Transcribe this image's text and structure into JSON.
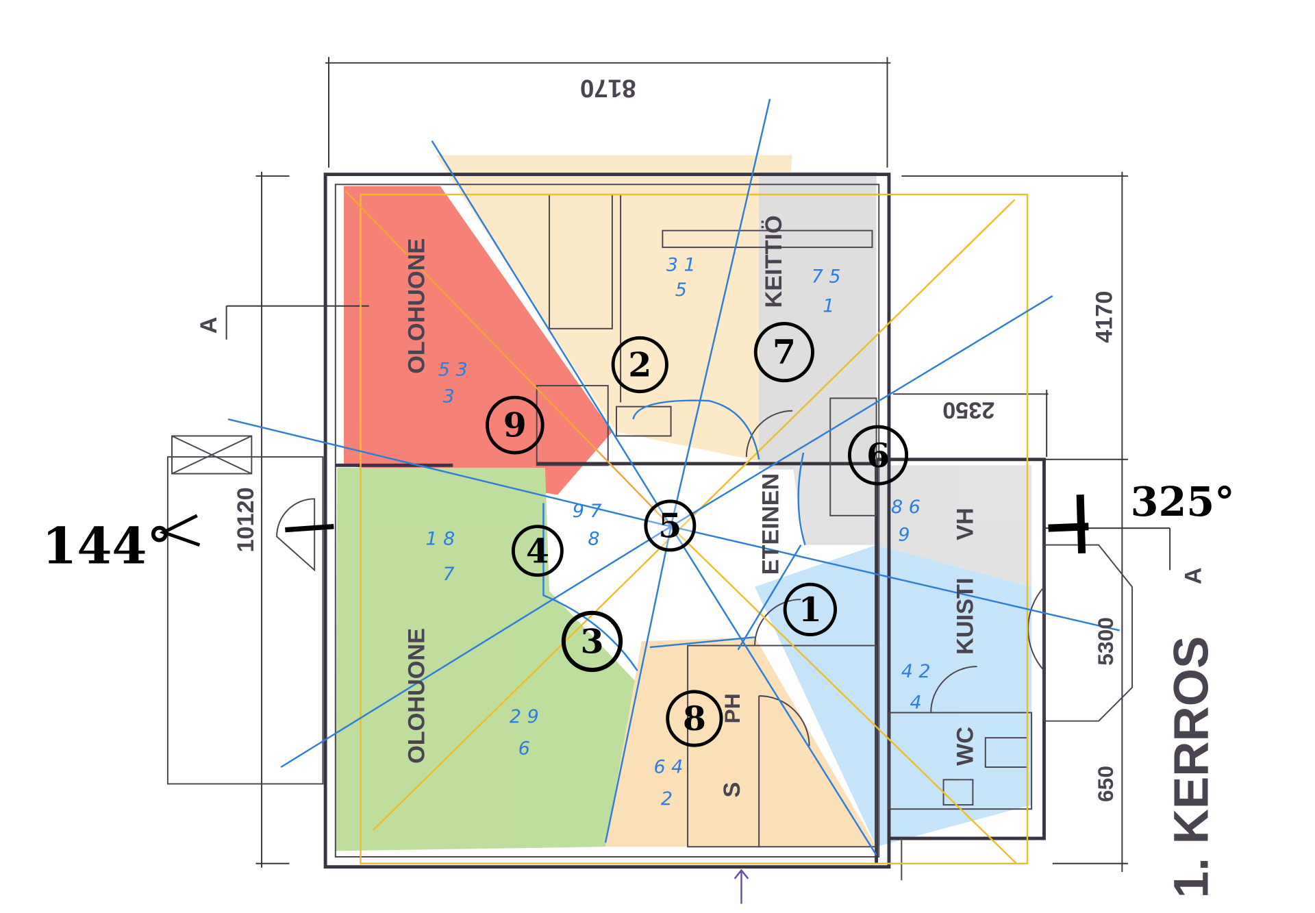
{
  "title": "1. KERROS",
  "dimensions": {
    "top": "8170",
    "left": "10120",
    "right_upper": "4170",
    "right_mid": "2350",
    "right_lower": "5300",
    "right_bottom": "650"
  },
  "section_marks": {
    "left": "A",
    "right": "A"
  },
  "rooms": {
    "living_upper": "OLOHUONE",
    "living_lower": "OLOHUONE",
    "kitchen": "KEITTIÖ",
    "hall": "ETEINEN",
    "porch": "KUISTI",
    "utility": "VH",
    "wc": "WC",
    "washroom": "PH",
    "sauna": "S"
  },
  "angles": {
    "left": "144°",
    "right": "325°"
  },
  "markers": [
    "1",
    "2",
    "3",
    "4",
    "5",
    "6",
    "7",
    "8",
    "9"
  ],
  "annotations": [
    {
      "zone": "beige-top",
      "top": "3 1",
      "bottom": "5"
    },
    {
      "zone": "kitchen",
      "top": "7 5",
      "bottom": "1"
    },
    {
      "zone": "red",
      "top": "5 3",
      "bottom": "3"
    },
    {
      "zone": "center",
      "top": "9 7",
      "bottom": "8"
    },
    {
      "zone": "green-upper",
      "top": "1 8",
      "bottom": "7"
    },
    {
      "zone": "gray-right",
      "top": "8 6",
      "bottom": "9"
    },
    {
      "zone": "blue",
      "top": "4 2",
      "bottom": "4"
    },
    {
      "zone": "green-lower",
      "top": "2 9",
      "bottom": "6"
    },
    {
      "zone": "peach",
      "top": "6 4",
      "bottom": "2"
    }
  ],
  "colors": {
    "red_zone": "#f26b5b",
    "beige_zone": "#fbe7c4",
    "gray_zone": "#dcdcdc",
    "green_zone": "#b9db94",
    "peach_zone": "#fbdcae",
    "blue_zone": "#bfe2f8",
    "rays": "#2d7fd6",
    "yellow_lines": "#f0bd2a"
  }
}
